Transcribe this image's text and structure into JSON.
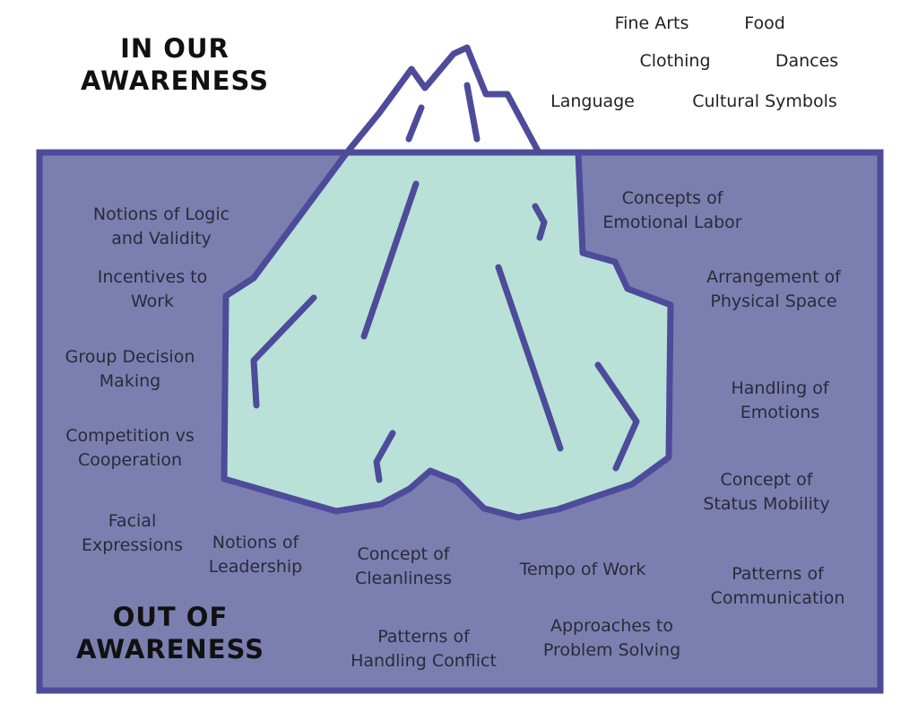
{
  "headings": {
    "in_awareness": [
      "IN OUR",
      "AWARENESS"
    ],
    "out_of_awareness": [
      "OUT OF",
      "AWARENESS"
    ]
  },
  "above_water": [
    {
      "lines": [
        "Fine Arts"
      ]
    },
    {
      "lines": [
        "Food"
      ]
    },
    {
      "lines": [
        "Clothing"
      ]
    },
    {
      "lines": [
        "Dances"
      ]
    },
    {
      "lines": [
        "Language"
      ]
    },
    {
      "lines": [
        "Cultural Symbols"
      ]
    }
  ],
  "below_water": [
    {
      "lines": [
        "Notions of Logic",
        "and Validity"
      ]
    },
    {
      "lines": [
        "Incentives to",
        "Work"
      ]
    },
    {
      "lines": [
        "Group Decision",
        "Making"
      ]
    },
    {
      "lines": [
        "Competition vs",
        "Cooperation"
      ]
    },
    {
      "lines": [
        "Facial",
        "Expressions"
      ]
    },
    {
      "lines": [
        "Notions of",
        "Leadership"
      ]
    },
    {
      "lines": [
        "Concept of",
        "Cleanliness"
      ]
    },
    {
      "lines": [
        "Patterns of",
        "Handling Conflict"
      ]
    },
    {
      "lines": [
        "Tempo of Work"
      ]
    },
    {
      "lines": [
        "Approaches to",
        "Problem Solving"
      ]
    },
    {
      "lines": [
        "Concepts of",
        "Emotional Labor"
      ]
    },
    {
      "lines": [
        "Arrangement of",
        "Physical Space"
      ]
    },
    {
      "lines": [
        "Handling of",
        "Emotions"
      ]
    },
    {
      "lines": [
        "Concept of",
        "Status Mobility"
      ]
    },
    {
      "lines": [
        "Patterns of",
        "Communication"
      ]
    }
  ],
  "colors": {
    "water": "#7b7fb0",
    "outline": "#4d4b9a",
    "ice": "#b9e1d7",
    "tip": "#ffffff"
  }
}
